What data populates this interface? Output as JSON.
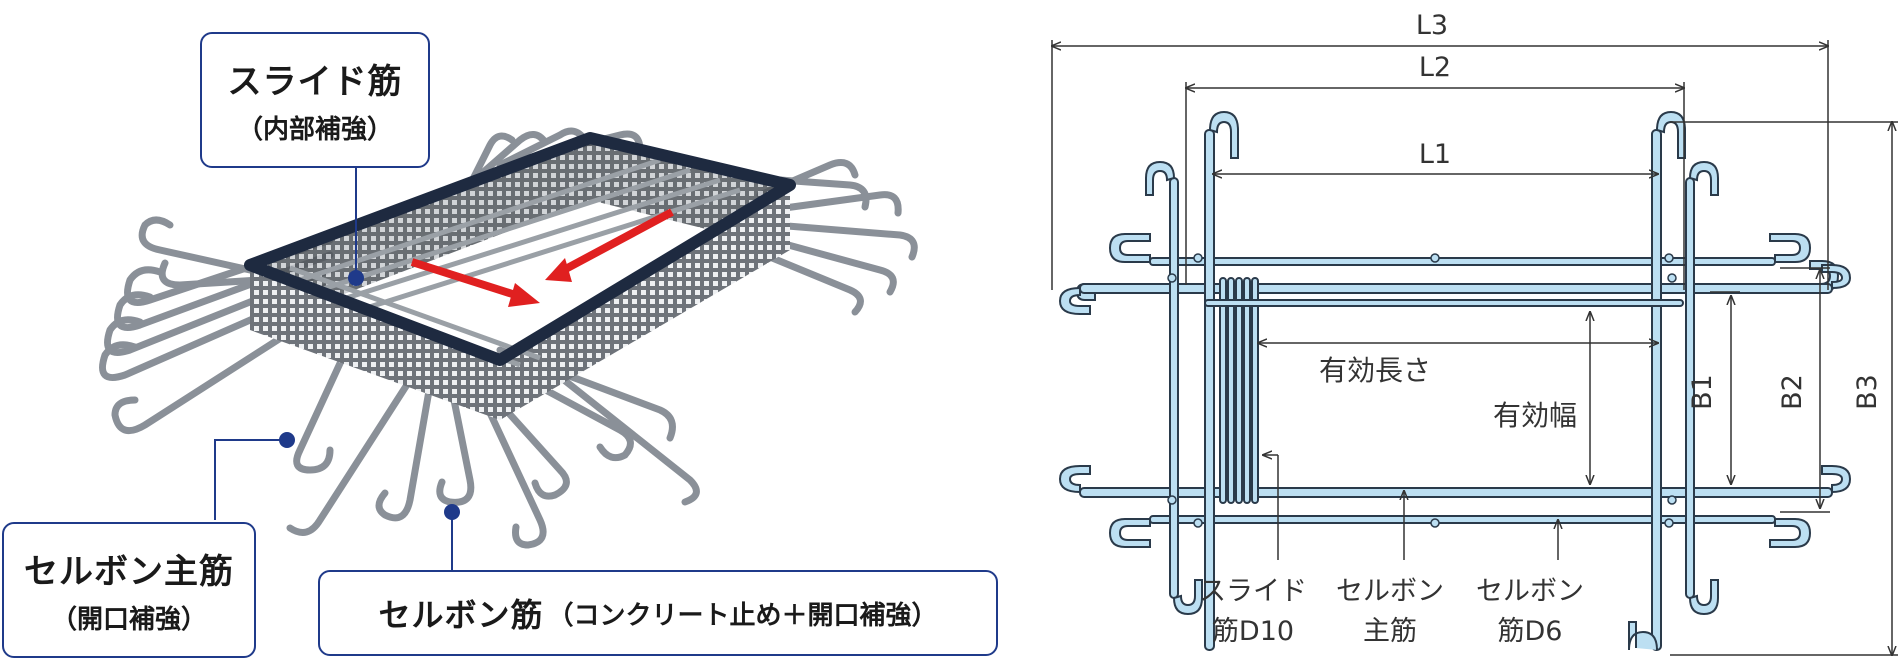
{
  "left": {
    "callouts": {
      "slide_bar": {
        "main": "スライド筋",
        "sub": "（内部補強）"
      },
      "cellbon_main_bar": {
        "main": "セルボン主筋",
        "sub": "（開口補強）"
      },
      "cellbon_bar": {
        "main": "セルボン筋",
        "sub": "（コンクリート止め＋開口補強）"
      }
    }
  },
  "right": {
    "dimensions": {
      "l1": "L1",
      "l2": "L2",
      "l3": "L3",
      "b1": "B1",
      "b2": "B2",
      "b3": "B3"
    },
    "labels": {
      "effective_length": "有効長さ",
      "effective_width": "有効幅",
      "slide_bar_line1": "スライド",
      "slide_bar_line2": "筋D10",
      "cellbon_main_line1": "セルボン",
      "cellbon_main_line2": "主筋",
      "cellbon_d6_line1": "セルボン",
      "cellbon_d6_line2": "筋D6"
    }
  },
  "colors": {
    "callout_border": "#1f3a8a",
    "leader_dot": "#1f3a8a",
    "arrow_red": "#e02020",
    "rebar_fill": "#bcdff2",
    "rebar_stroke": "#2a3a4a",
    "frame_dark": "#1e2a40"
  }
}
